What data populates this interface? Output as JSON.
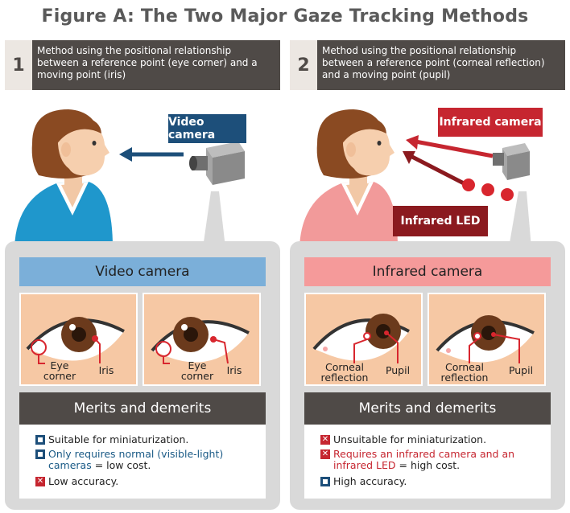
{
  "title": "Figure A: The Two Major Gaze Tracking Methods",
  "colors": {
    "dark": "#4f4a47",
    "video_band": "#7bafd9",
    "infrared_band": "#f59a9a",
    "infrared_tag": "#c62630",
    "led_tag": "#8b1a1f",
    "video_tag": "#1d4f7a",
    "check": "#1d4f7a",
    "cross": "#c62630"
  },
  "methods": [
    {
      "number": "1",
      "description": "Method using the positional relationship between a reference point (eye corner) and a moving point (iris)",
      "camera_tag": "Video camera",
      "band_title": "Video camera",
      "eye_labels": {
        "ref": "Eye corner",
        "moving": "Iris"
      },
      "merits_title": "Merits and demerits",
      "merits": [
        {
          "icon": "check-icon",
          "text": "Suitable for miniaturization."
        },
        {
          "icon": "check-icon",
          "text_a": "Only requires normal (visible-light)",
          "text_b": "cameras",
          "text_c": " = low cost."
        },
        {
          "icon": "cross-icon",
          "text": "Low accuracy."
        }
      ]
    },
    {
      "number": "2",
      "description": "Method using the positional relationship between a reference point (corneal reflection) and a moving point (pupil)",
      "camera_tag": "Infrared camera",
      "led_tag": "Infrared LED",
      "band_title": "Infrared camera",
      "eye_labels": {
        "ref": "Corneal reflection",
        "moving": "Pupil"
      },
      "merits_title": "Merits and demerits",
      "merits": [
        {
          "icon": "cross-icon",
          "text": "Unsuitable for miniaturization."
        },
        {
          "icon": "cross-icon",
          "text_a": "Requires an infrared camera and an",
          "text_b": "infrared LED",
          "text_c": " =  high cost."
        },
        {
          "icon": "check-icon",
          "text": "High accuracy."
        }
      ]
    }
  ]
}
